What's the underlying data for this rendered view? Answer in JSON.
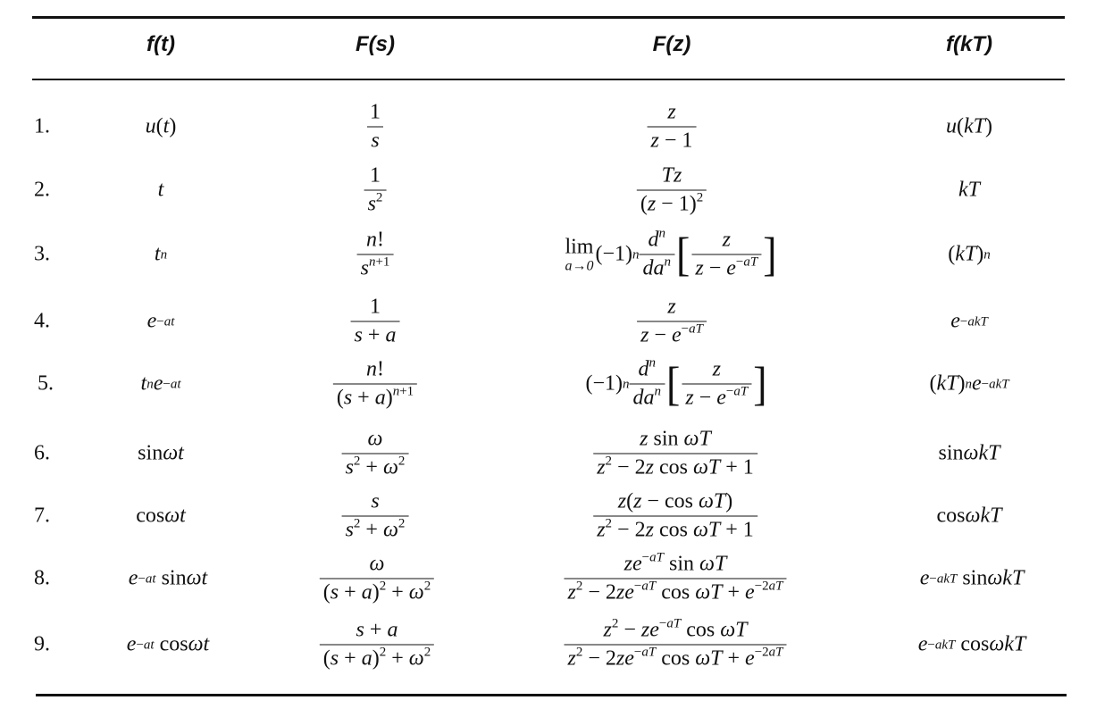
{
  "header": {
    "col_ft": "f(t)",
    "col_Fs": "F(s)",
    "col_Fz": "F(z)",
    "col_fkT": "f(kT)"
  },
  "rows": [
    {
      "num": "1."
    },
    {
      "num": "2."
    },
    {
      "num": "3."
    },
    {
      "num": "4."
    },
    {
      "num": "5."
    },
    {
      "num": "6."
    },
    {
      "num": "7."
    },
    {
      "num": "8."
    },
    {
      "num": "9."
    }
  ]
}
